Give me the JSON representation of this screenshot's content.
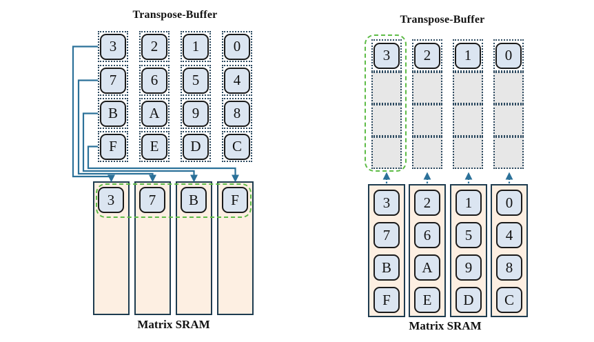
{
  "left_diagram": {
    "title": "Transpose-Buffer",
    "sram_label": "Matrix SRAM",
    "buffer_rows": [
      [
        "3",
        "2",
        "1",
        "0"
      ],
      [
        "7",
        "6",
        "5",
        "4"
      ],
      [
        "B",
        "A",
        "9",
        "8"
      ],
      [
        "F",
        "E",
        "D",
        "C"
      ]
    ],
    "sram_top_row": [
      "3",
      "7",
      "B",
      "F"
    ]
  },
  "right_diagram": {
    "title": "Transpose-Buffer",
    "sram_label": "Matrix SRAM",
    "buffer_top_row": [
      "3",
      "2",
      "1",
      "0"
    ],
    "sram_columns": [
      [
        "3",
        "7",
        "B",
        "F"
      ],
      [
        "2",
        "6",
        "A",
        "E"
      ],
      [
        "1",
        "5",
        "9",
        "D"
      ],
      [
        "0",
        "4",
        "8",
        "C"
      ]
    ]
  },
  "colors": {
    "chip_fill": "#dbe5f1",
    "chip_border": "#1a1a1a",
    "dotted_border": "#29475e",
    "empty_cell_fill": "#e7e7e7",
    "sram_fill": "#fdefe2",
    "sram_border": "#1d3b4f",
    "arrow_blue": "#2b7199",
    "highlight_green": "#5dbb46"
  }
}
